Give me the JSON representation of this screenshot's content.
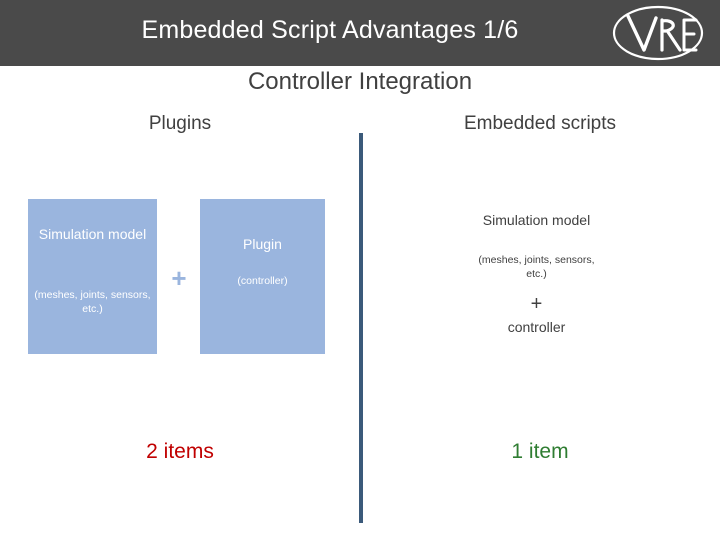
{
  "header": {
    "title": "Embedded Script Advantages 1/6",
    "logo_name": "v-rep-logo",
    "logo_text": "v-rep",
    "bar_color": "#4a4a4a"
  },
  "slide": {
    "title": "Controller Integration",
    "columns": {
      "left_label": "Plugins",
      "right_label": "Embedded scripts"
    },
    "left": {
      "sim_box": {
        "title": "Simulation model",
        "subtitle": "(meshes, joints, sensors, etc.)"
      },
      "plus": "+",
      "plugin_box": {
        "title": "Plugin",
        "subtitle": "(controller)"
      },
      "count": "2 items",
      "count_color": "#c00000"
    },
    "right": {
      "box": {
        "title": "Simulation model",
        "subtitle": "(meshes, joints, sensors, etc.)",
        "plus": "+",
        "extra": "controller"
      },
      "count": "1 item",
      "count_color": "#2f7d32"
    },
    "divider_color": "#3b5a7a",
    "box_color": "#9ab5de"
  }
}
